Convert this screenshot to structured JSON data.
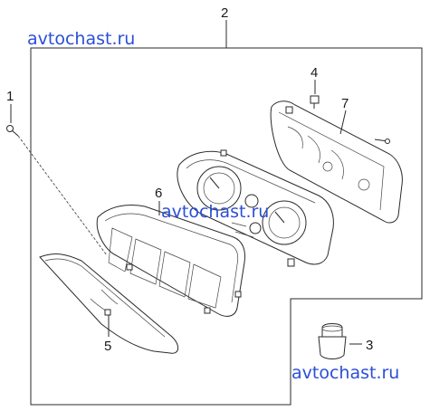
{
  "callouts": {
    "c1": "1",
    "c2": "2",
    "c3": "3",
    "c4": "4",
    "c5": "5",
    "c6": "6",
    "c7": "7"
  },
  "watermark": "avtochast.ru",
  "colors": {
    "watermark": "#2b4fd8",
    "line": "#2a2a2a",
    "background": "#ffffff"
  }
}
